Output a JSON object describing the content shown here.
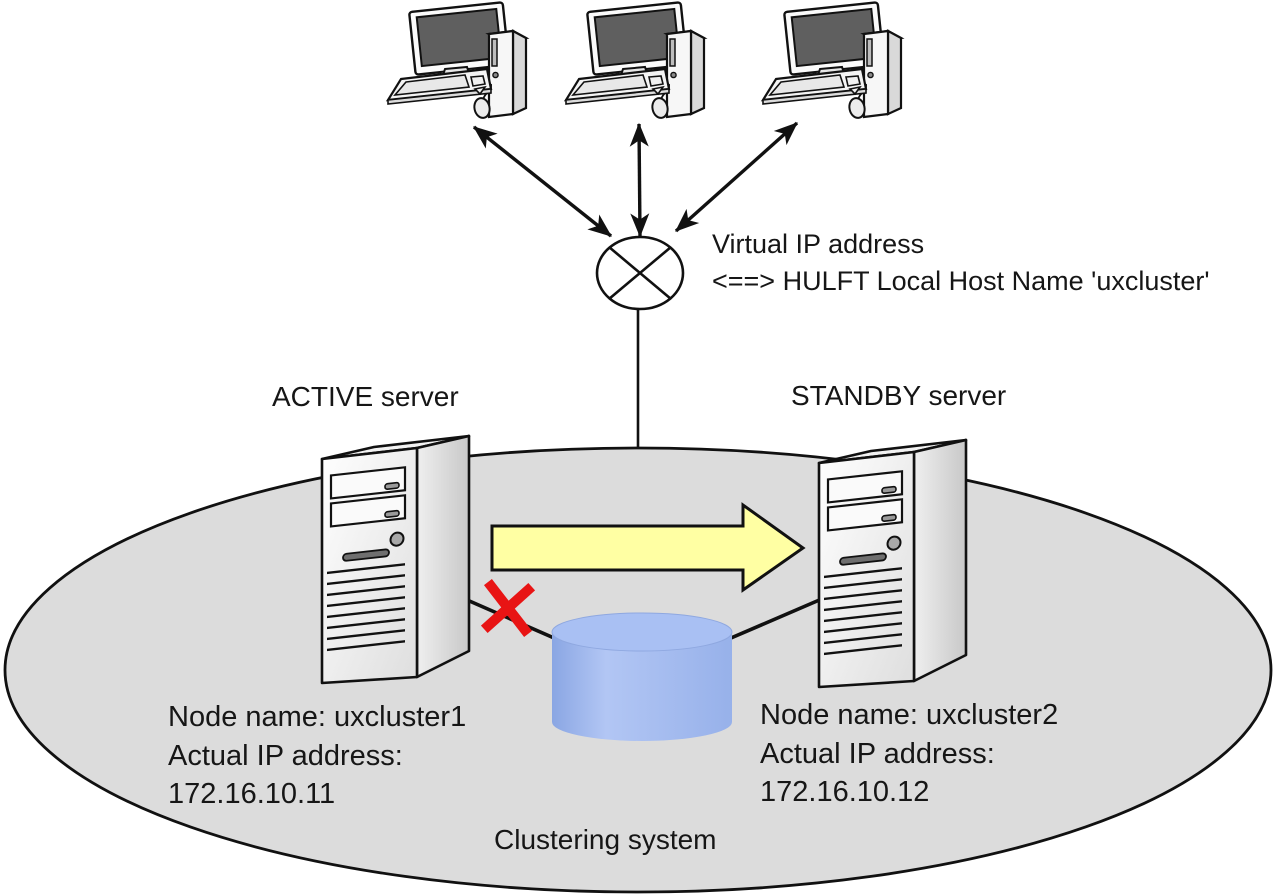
{
  "diagram": {
    "virtual_ip": {
      "line1": "Virtual IP address",
      "line2": "<==> HULFT Local Host Name 'uxcluster'"
    },
    "active_server": {
      "label": "ACTIVE server",
      "node_name": "Node name: uxcluster1",
      "ip_label": "Actual IP address:",
      "ip_address": "172.16.10.11"
    },
    "standby_server": {
      "label": "STANDBY server",
      "node_name": "Node name: uxcluster2",
      "ip_label": "Actual IP address:",
      "ip_address": "172.16.10.12"
    },
    "cluster_label": "Clustering system",
    "client_count": 3,
    "colors": {
      "cluster_ellipse_fill": "#dcdcdc",
      "failover_arrow_fill": "#ffffa3",
      "shared_disk_fill": "#9db5ec",
      "failure_mark": "#e81414",
      "line_color": "#111111"
    },
    "icons": {
      "clients": "desktop-computer-icon",
      "virtual_ip_node": "circled-x-node-icon",
      "servers": "server-tower-icon",
      "shared_disk": "disk-cylinder-icon",
      "failure": "red-x-failure-icon",
      "failover": "failover-arrow-icon"
    }
  }
}
